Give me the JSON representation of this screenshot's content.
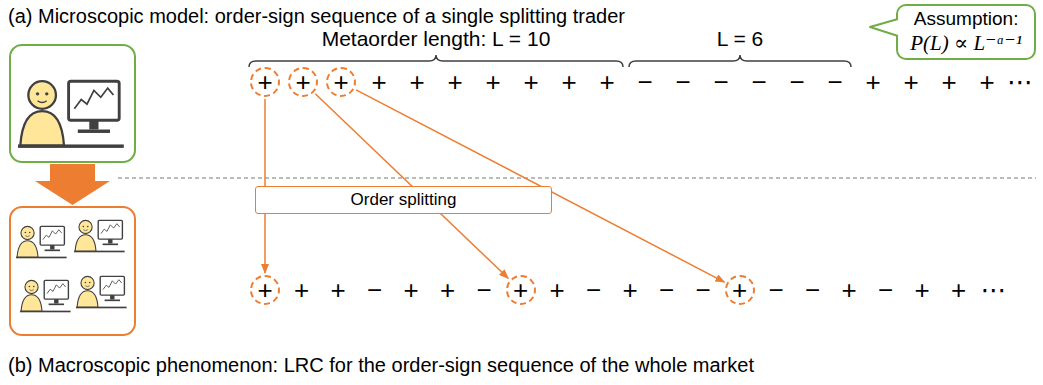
{
  "diagram": {
    "nodes": [
      {
        "text": [
          "Assumption:",
          "P(L) ∝ L⁻ᵅ⁻¹"
        ]
      },
      {
        "text": [
          "+"
        ]
      },
      {
        "text": [
          "+"
        ]
      },
      {
        "text": [
          "+"
        ]
      },
      {
        "text": [
          "Order splitting"
        ]
      },
      {
        "text": [
          "+"
        ]
      },
      {
        "text": [
          "+"
        ]
      },
      {
        "text": [
          "+"
        ]
      }
    ],
    "edges": [
      {
        "from": 1,
        "to": 5,
        "arrow": "to"
      },
      {
        "from": 2,
        "to": 6,
        "arrow": "to"
      },
      {
        "from": 3,
        "to": 7,
        "arrow": "to"
      }
    ],
    "labels": [
      "(a) Microscopic model: order-sign sequence of a single splitting trader",
      "Metaorder length: L = 10",
      "L = 6",
      "+",
      "+",
      "+",
      "+",
      "+",
      "+",
      "+",
      "−",
      "−",
      "−",
      "−",
      "−",
      "−",
      "+",
      "+",
      "+",
      "+",
      "⋯",
      "+",
      "+",
      "−",
      "+",
      "+",
      "−",
      "+",
      "−",
      "+",
      "−",
      "−",
      "−",
      "−",
      "+",
      "−",
      "+",
      "+",
      "⋯",
      "(b) Macroscopic phenomenon: LRC for the order-sign sequence of the whole market"
    ]
  }
}
